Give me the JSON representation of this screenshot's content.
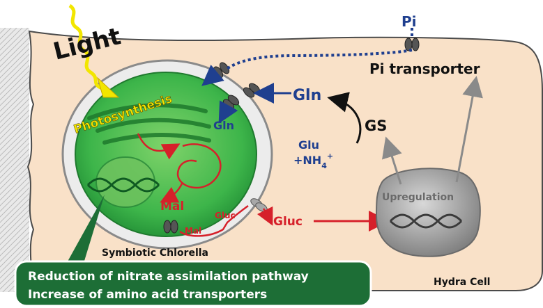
{
  "labels": {
    "light": "Light",
    "photosynthesis": "Photosynthesis",
    "pi": "Pi",
    "pi_transporter": "Pi transporter",
    "gln_cell": "Gln",
    "gln_chlorella": "Gln",
    "gs": "GS",
    "glu": "Glu",
    "nh4": "+NH",
    "nh4_sub": "4",
    "nh4_sup": "+",
    "mal_big": "Mal",
    "mal_small": "Mal",
    "gluc_small": "Gluc",
    "gluc_big": "Gluc",
    "upregulation": "Upregulation",
    "symbiotic_chlorella": "Symbiotic Chlorella",
    "hydra_cell": "Hydra Cell",
    "box_line1": "Reduction of nitrate assimilation pathway",
    "box_line2": "Increase of amino acid transporters"
  },
  "colors": {
    "cell_fill": "#f9e1c8",
    "cell_stroke": "#4a4a4a",
    "chlorella_green": "#3db54a",
    "chlorella_dark": "#1f8a33",
    "vacuole_gray": "#cfcfcf",
    "nucleus_gray": "#8f8f8f",
    "blue": "#1f3f8f",
    "red": "#d6202a",
    "yellow": "#f2e600",
    "box_green": "#1d6e36",
    "text_black": "#111111"
  }
}
